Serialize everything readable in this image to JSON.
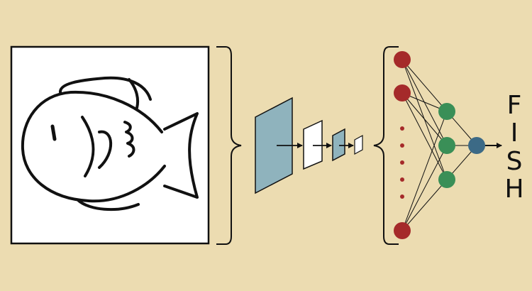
{
  "output": {
    "letters": [
      "F",
      "I",
      "S",
      "H"
    ]
  },
  "colors": {
    "background": "#ecdcb1",
    "ink": "#111111",
    "image_fill": "#ffffff",
    "conv_layer": "#8fb3bd",
    "conv_layer_light": "#ffffff",
    "input_node": "#a52a2a",
    "hidden_node": "#3a8f57",
    "output_node": "#3c6a86"
  },
  "icons": {
    "input_image": "fish-drawing-icon",
    "arrow": "arrow-right-icon"
  }
}
